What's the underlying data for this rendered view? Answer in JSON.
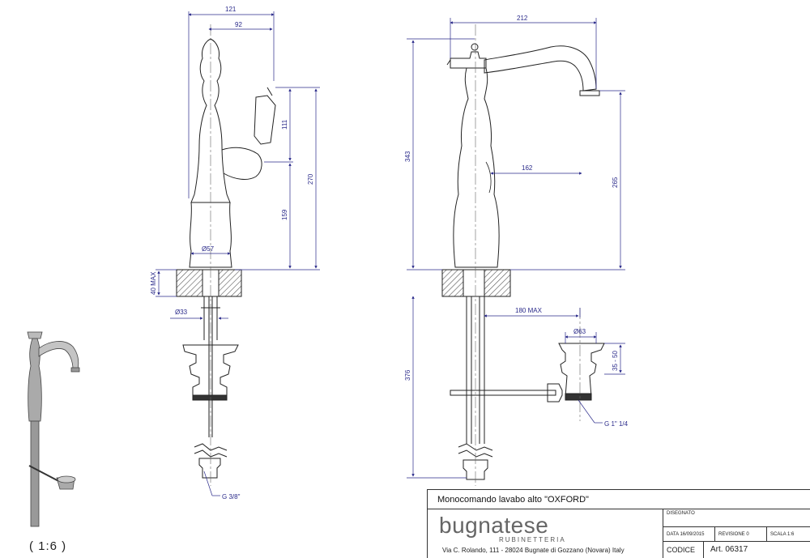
{
  "scale": "( 1:6 )",
  "front_view": {
    "dims": {
      "width_total": "121",
      "lever_offset": "92",
      "lever_height": "111",
      "body_height": "159",
      "total_height": "270",
      "base_diameter": "Ø57",
      "deck_thickness": "40 MAX",
      "shank_diameter": "Ø33",
      "hose_thread": "G 3/8\""
    }
  },
  "side_view": {
    "dims": {
      "spout_reach": "212",
      "spout_inner_reach": "162",
      "overall_height": "343",
      "spout_height": "265",
      "under_deck_length": "376",
      "waste_distance": "180 MAX",
      "waste_diameter": "Ø63",
      "waste_range": "35 - 50",
      "waste_thread": "G 1\" 1/4"
    }
  },
  "title_block": {
    "product_title": "Monocomando lavabo alto \"OXFORD\"",
    "brand": "bugnatese",
    "brand_sub": "RUBINETTERIA",
    "address": "Via C. Rolando, 111 - 28024 Bugnate di Gozzano (Novara) Italy",
    "designer_label": "DISEGNATO",
    "date_label": "DATA",
    "date_value": "16/09/2015",
    "revision_label": "REVISIONE",
    "revision_value": "0",
    "scale_label": "SCALA",
    "scale_value": "1:6",
    "code_label": "CODICE",
    "article": "Art. 06317"
  },
  "colors": {
    "line": "#222222",
    "dimension": "#2a2a8a",
    "hatch": "#555555"
  }
}
